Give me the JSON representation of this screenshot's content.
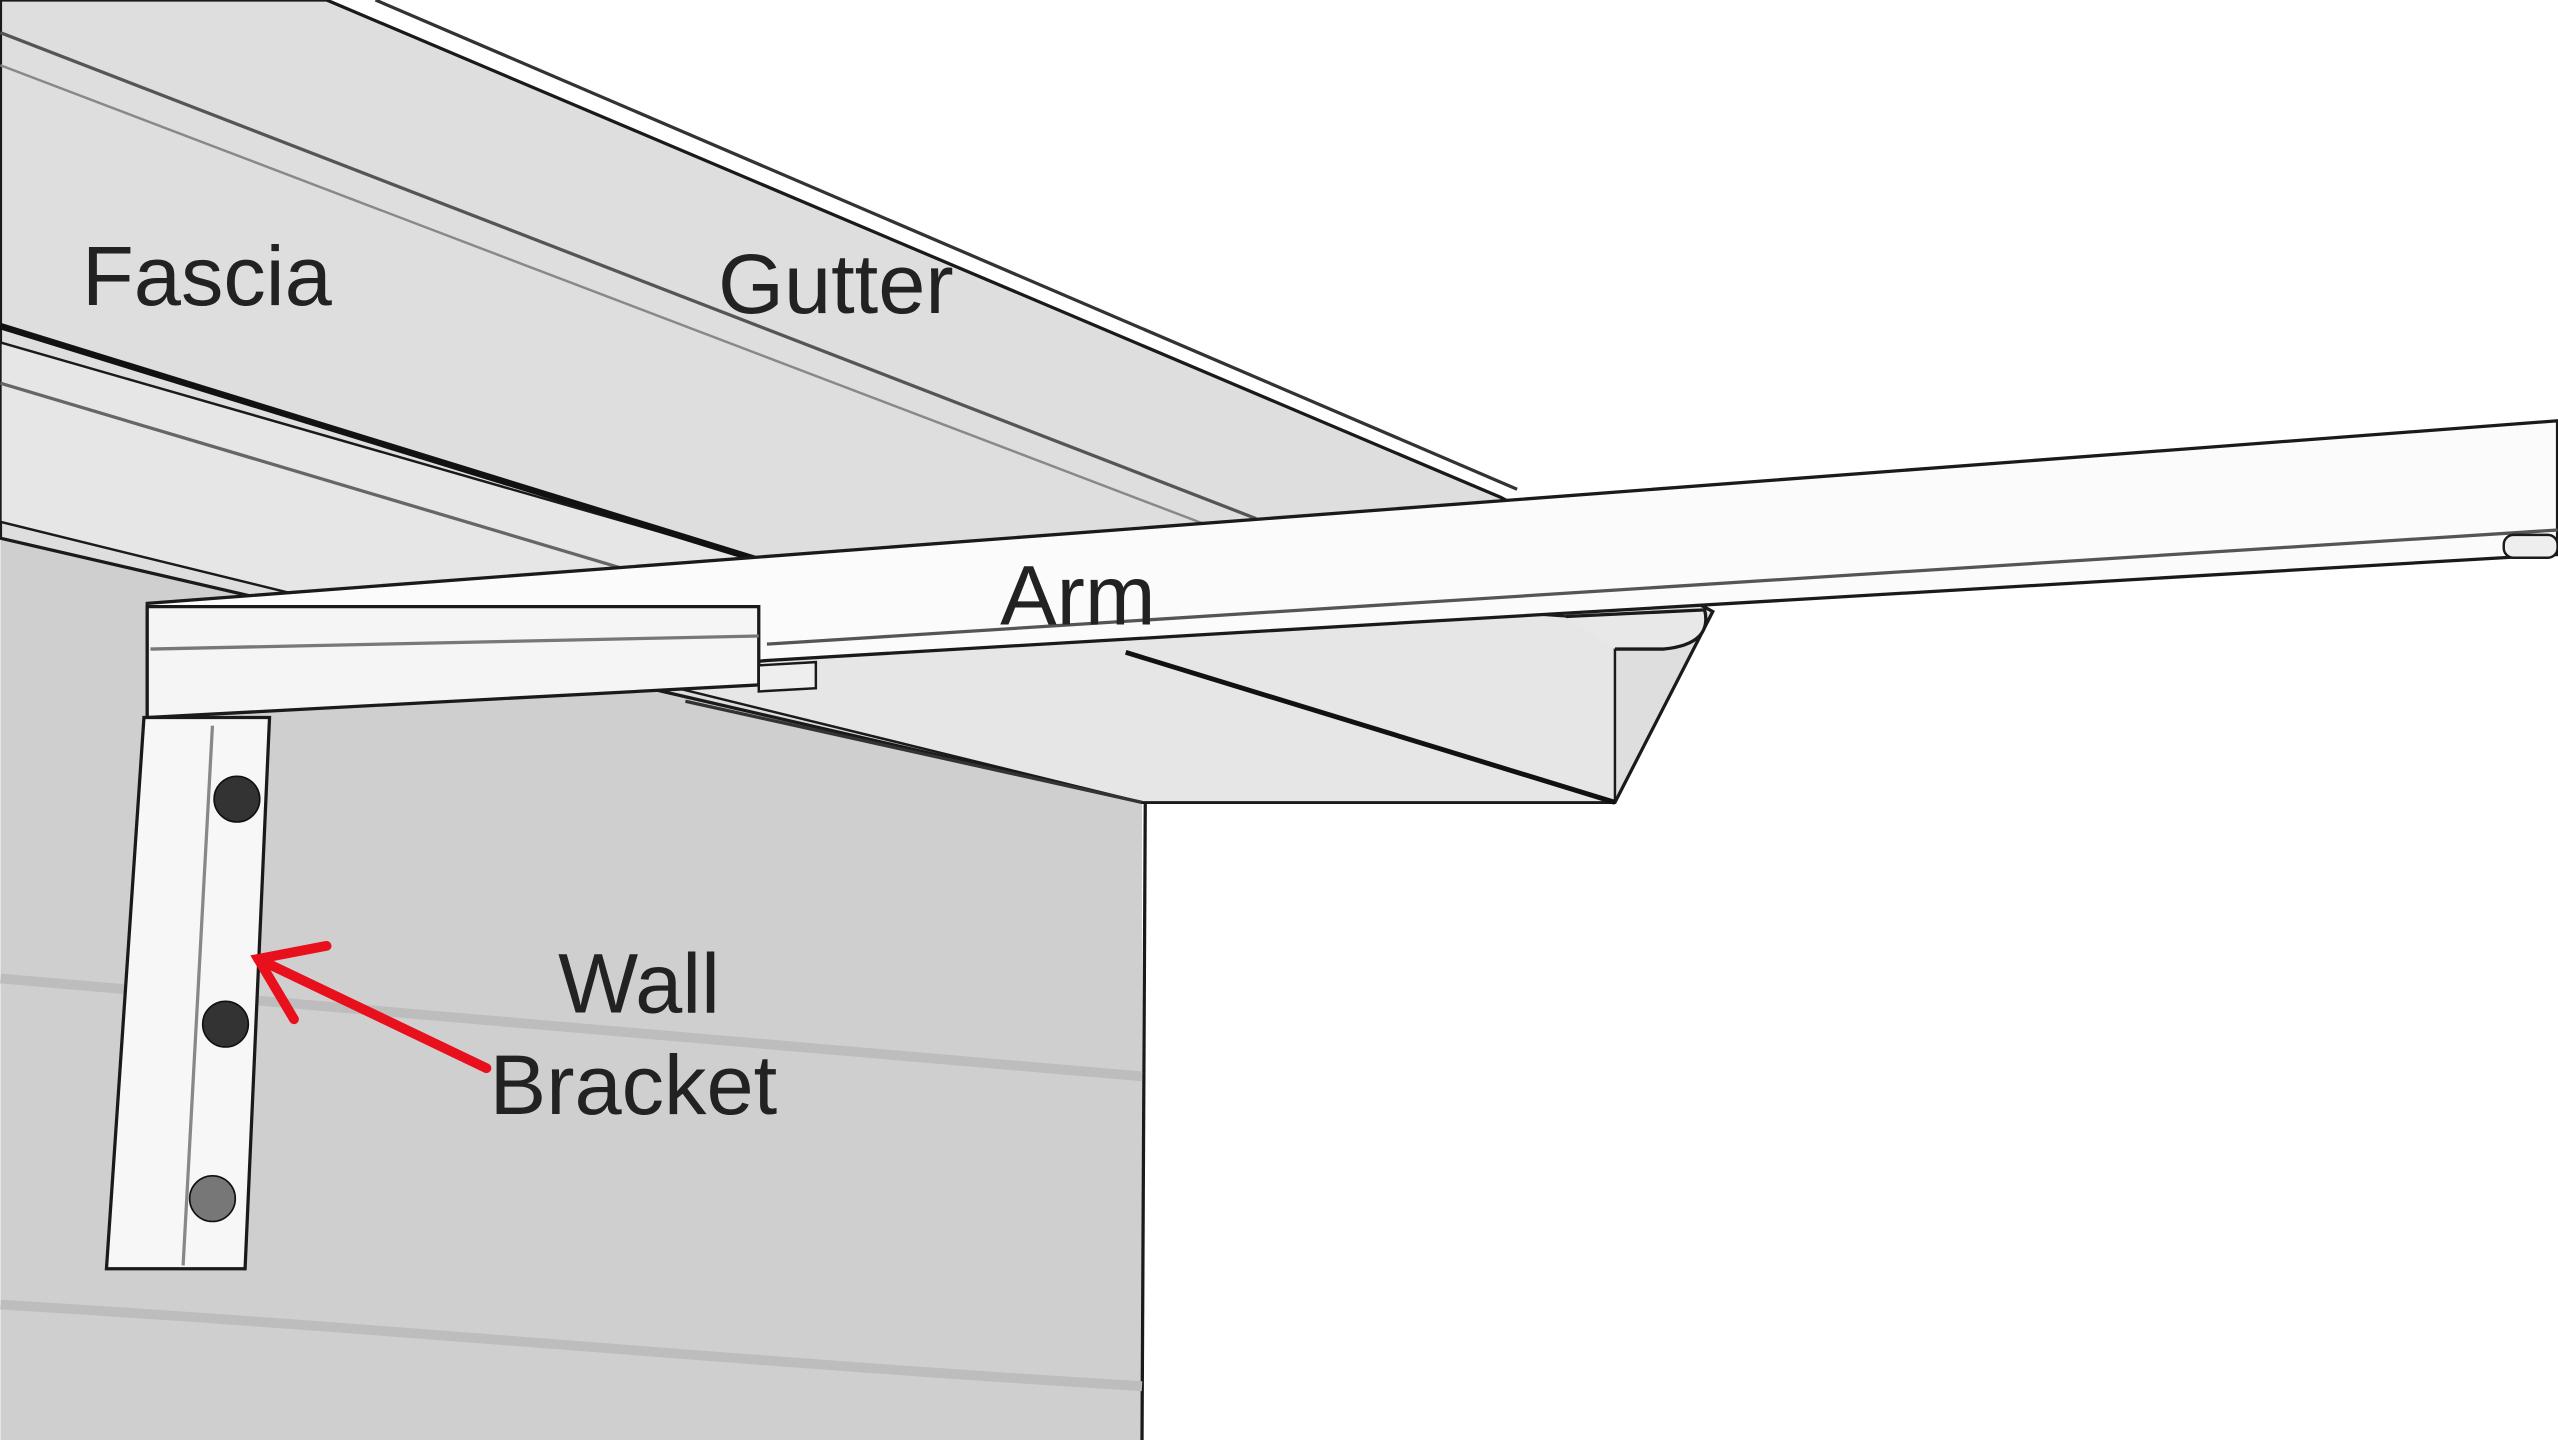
{
  "labels": {
    "fascia": "Fascia",
    "gutter": "Gutter",
    "arm": "Arm",
    "wall_bracket_line1": "Wall",
    "wall_bracket_line2": "Bracket"
  },
  "colors": {
    "arrow": "#e8101c",
    "wall": "#cfcfcf",
    "gutter": "#dedede",
    "outline": "#1a1a1a"
  }
}
